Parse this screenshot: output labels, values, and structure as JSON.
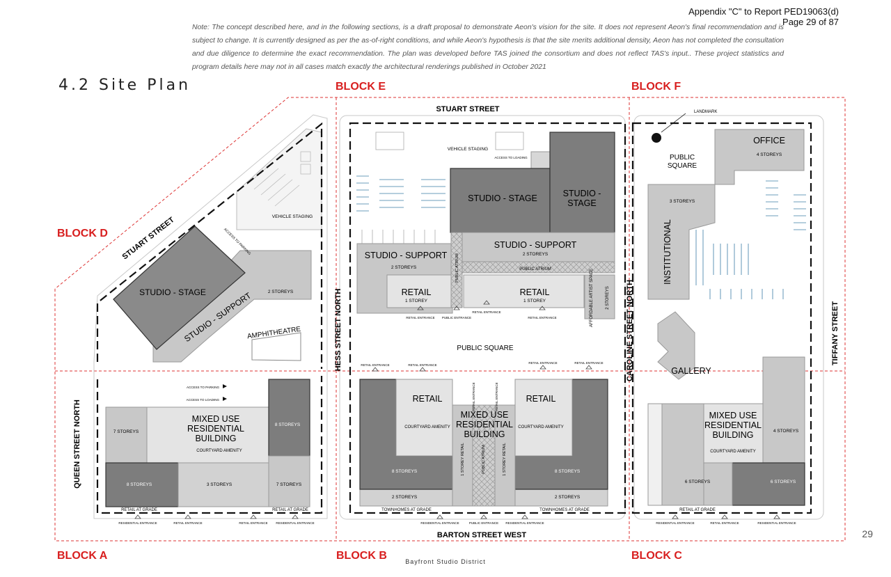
{
  "header": {
    "appendix": "Appendix \"C\" to Report PED19063(d)",
    "page": "Page 29 of 87"
  },
  "note": "Note: The concept described here, and in the following sections, is a draft proposal to demonstrate Aeon's vision for the site. It does not represent Aeon's final recommendation and is subject to change. It is currently designed as per the as-of-right conditions, and while Aeon's hypothesis is that the site merits additional density, Aeon has not completed the consultation and due diligence to determine the exact recommendation. The plan was developed before TAS joined the consortium and does not reflect TAS's input.. These project statistics and program details here may not in all cases match exactly the architectural renderings published in October 2021",
  "section_title": "4.2 Site Plan",
  "blocks": {
    "a": "BLOCK A",
    "b": "BLOCK B",
    "c": "BLOCK C",
    "d": "BLOCK D",
    "e": "BLOCK E",
    "f": "BLOCK F"
  },
  "streets": {
    "stuart_top": "STUART STREET",
    "stuart_diag": "STUART STREET",
    "hess": "HESS STREET NORTH",
    "queen": "QUEEN STREET NORTH",
    "caroline": "CAROLINE STREET NORTH",
    "tiffany": "TIFFANY STREET",
    "barton": "BARTON STREET WEST"
  },
  "block_d": {
    "stage": "STUDIO - STAGE",
    "support": "STUDIO - SUPPORT",
    "storeys": "2 STOREYS",
    "amphitheatre": "AMPHITHEATRE",
    "vehicle_staging": "VEHICLE STAGING",
    "access": "ACCESS TO PARKING"
  },
  "block_e": {
    "vehicle_staging": "VEHICLE STAGING",
    "access_loading": "ACCESS TO LOADING",
    "stage1": "STUDIO - STAGE",
    "stage2_l1": "STUDIO -",
    "stage2_l2": "STAGE",
    "support_left": "STUDIO - SUPPORT",
    "support_left_storeys": "2 STOREYS",
    "support_right": "STUDIO - SUPPORT",
    "support_right_storeys": "2 STOREYS",
    "atrium_h": "PUBLIC ATRIUM",
    "atrium_v": "PUBLIC ATRIUM",
    "retail_left": "RETAIL",
    "retail_left_storey": "1 STOREY",
    "retail_right": "RETAIL",
    "retail_right_storey": "1 STOREY",
    "affordable": "AFFORDABLE ARTIST SPACE",
    "affordable_storeys": "2 STOREYS",
    "public_square": "PUBLIC SQUARE",
    "retail_entrance": "RETAIL ENTRANCE",
    "public_entrance": "PUBLIC ENTRANCE"
  },
  "block_f": {
    "landmark": "LANDMARK",
    "public_square_l1": "PUBLIC",
    "public_square_l2": "SQUARE",
    "office": "OFFICE",
    "office_storeys": "4 STOREYS",
    "institutional": "INSTITUTIONAL",
    "inst_storeys": "3 STOREYS",
    "gallery": "GALLERY"
  },
  "block_a": {
    "mixed_l1": "MIXED USE",
    "mixed_l2": "RESIDENTIAL",
    "mixed_l3": "BUILDING",
    "courtyard": "COURTYARD AMENITY",
    "s7_left": "7 STOREYS",
    "s8_right": "8 STOREYS",
    "s8_left": "8 STOREYS",
    "s3": "3 STOREYS",
    "s7_right": "7 STOREYS",
    "retail_grade_left": "RETAIL AT GRADE",
    "retail_grade_right": "RETAIL AT GRADE",
    "access_parking": "ACCESS TO PARKING",
    "access_loading": "ACCESS TO LOADING",
    "residential_entrance": "RESIDENTIAL ENTRANCE",
    "retail_entrance": "RETAIL ENTRANCE"
  },
  "block_b": {
    "retail_left": "RETAIL",
    "retail_right": "RETAIL",
    "courtyard_left": "COURTYARD AMENITY",
    "courtyard_right": "COURTYARD AMENITY",
    "mixed_l1": "MIXED USE",
    "mixed_l2": "RESIDENTIAL",
    "mixed_l3": "BUILDING",
    "s8_left": "8 STOREYS",
    "s8_right": "8 STOREYS",
    "s2_left": "2 STOREYS",
    "s2_right": "2 STOREYS",
    "retail_1storey": "1 STOREY RETAIL",
    "atrium": "PUBLIC ATRIUM",
    "townhomes_left": "TOWNHOMES AT GRADE",
    "townhomes_right": "TOWNHOMES AT GRADE",
    "residential_entrance": "RESIDENTIAL ENTRANCE",
    "public_entrance": "PUBLIC ENTRANCE",
    "retail_entrance": "RETAIL ENTRANCE"
  },
  "block_c": {
    "mixed_l1": "MIXED USE",
    "mixed_l2": "RESIDENTIAL",
    "mixed_l3": "BUILDING",
    "courtyard": "COURTYARD AMENITY",
    "s4": "4 STOREYS",
    "s6_left": "6 STOREYS",
    "s6_right": "6 STOREYS",
    "retail_grade": "RETAIL AT GRADE",
    "residential_entrance": "RESIDENTIAL ENTRANCE",
    "retail_entrance": "RETAIL ENTRANCE"
  },
  "page_number": "29",
  "footer": "Bayfront Studio District"
}
